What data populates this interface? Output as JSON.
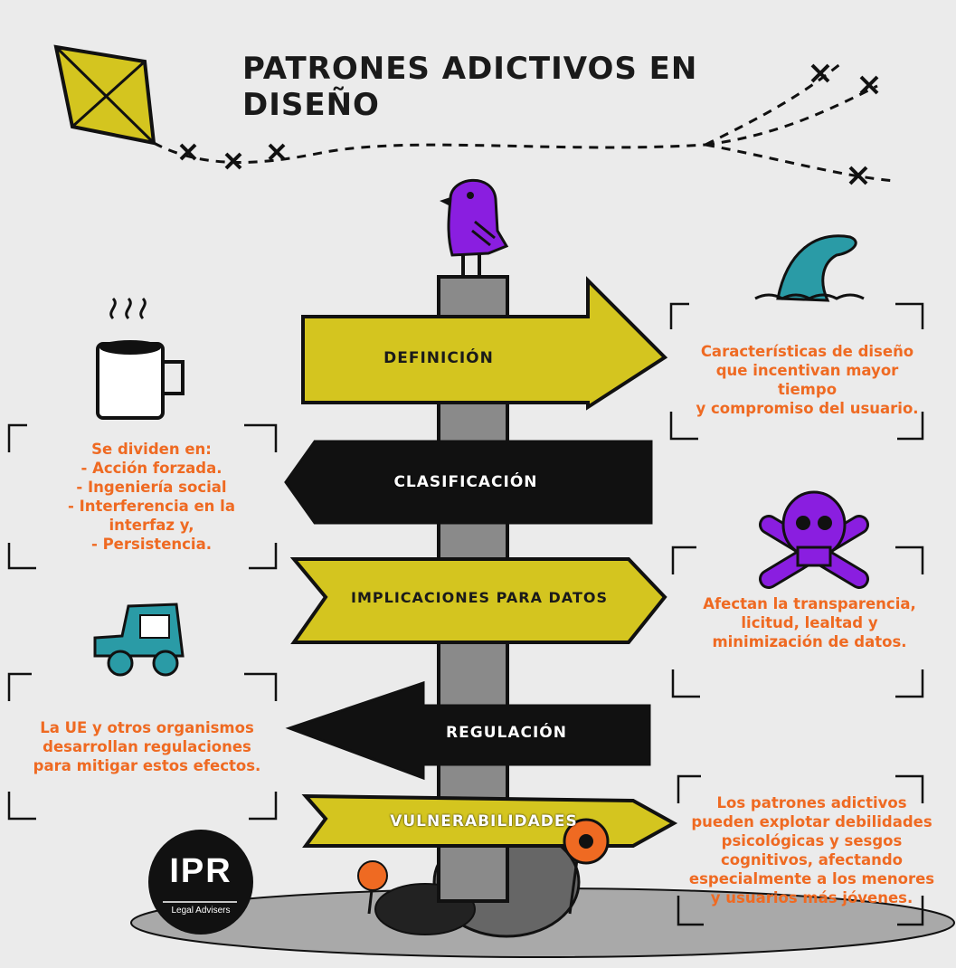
{
  "title": "PATRONES ADICTIVOS EN DISEÑO",
  "signs": [
    {
      "label": "DEFINICIÓN"
    },
    {
      "label": "CLASIFICACIÓN"
    },
    {
      "label": "IMPLICACIONES PARA DATOS"
    },
    {
      "label": "REGULACIÓN"
    },
    {
      "label": "VULNERABILIDADES"
    }
  ],
  "notes": {
    "definicion": [
      "Características de diseño",
      "que incentivan mayor tiempo",
      "y compromiso del usuario."
    ],
    "clasificacion": [
      "Se dividen en:",
      "- Acción forzada.",
      "- Ingeniería social",
      "- Interferencia en la",
      "interfaz y,",
      "- Persistencia."
    ],
    "implicaciones": [
      "Afectan la transparencia,",
      "licitud, lealtad y",
      "minimización de datos."
    ],
    "regulacion": [
      "La UE y otros organismos",
      "desarrollan regulaciones",
      "para mitigar estos efectos."
    ],
    "vulnerabilidades": [
      "Los patrones adictivos",
      "pueden explotar debilidades",
      "psicológicas y sesgos",
      "cognitivos, afectando",
      "especialmente a los menores",
      "y usuarios más jóvenes."
    ]
  },
  "logo": {
    "main": "IPR",
    "sub": "Legal Advisers"
  },
  "colors": {
    "yellow": "#d4c51f",
    "purple": "#8a1ee0",
    "teal": "#2a9ba6",
    "orange": "#ef6a22",
    "post": "#8a8a8a",
    "dark": "#111111"
  }
}
